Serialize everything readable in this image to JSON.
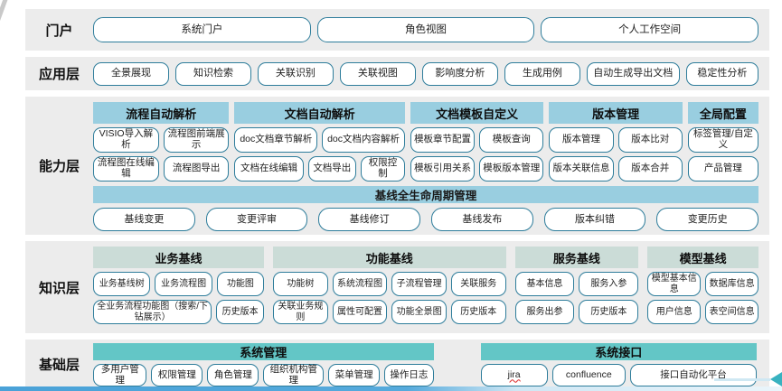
{
  "colors": {
    "row_background": "#ececec",
    "button_border": "#2e7d9b",
    "capability_header": "#99cee0",
    "knowledge_header": "#cbdcd7",
    "foundation_header": "#63c6c6",
    "bottom_bar_blue": "#4aa2d8",
    "arrow_teal": "#38b2c0",
    "misspell_underline": "#e03b3b"
  },
  "layers": [
    {
      "label": "门户",
      "buttons": [
        "系统门户",
        "角色视图",
        "个人工作空间"
      ]
    },
    {
      "label": "应用层",
      "buttons": [
        "全景展现",
        "知识检索",
        "关联识别",
        "关联视图",
        "影响度分析",
        "生成用例",
        "自动生成导出文档",
        "稳定性分析"
      ]
    },
    {
      "label": "能力层",
      "groups": [
        {
          "header": "流程自动解析",
          "rows": [
            [
              "VISIO导入解析",
              "流程图前端展示"
            ],
            [
              "流程图在线编辑",
              "流程图导出"
            ]
          ]
        },
        {
          "header": "文档自动解析",
          "rows": [
            [
              "doc文档章节解析",
              "doc文档内容解析"
            ],
            [
              "文档在线编辑",
              "文档导出",
              "权限控制"
            ]
          ]
        },
        {
          "header": "文档模板自定义",
          "rows": [
            [
              "模板章节配置",
              "模板查询"
            ],
            [
              "模板引用关系",
              "模板版本管理"
            ]
          ]
        },
        {
          "header": "版本管理",
          "rows": [
            [
              "版本管理",
              "版本比对"
            ],
            [
              "版本关联信息",
              "版本合并"
            ]
          ]
        },
        {
          "header": "全局配置",
          "rows": [
            [
              "标签管理/自定义"
            ],
            [
              "产品管理"
            ]
          ]
        }
      ],
      "baseline": {
        "header": "基线全生命周期管理",
        "buttons": [
          "基线变更",
          "变更评审",
          "基线修订",
          "基线发布",
          "版本纠错",
          "变更历史"
        ]
      }
    },
    {
      "label": "知识层",
      "groups": [
        {
          "header": "业务基线",
          "rows": [
            [
              "业务基线树",
              "业务流程图",
              "功能图"
            ],
            [
              "全业务流程功能图（搜索/下钻展示）",
              "历史版本"
            ]
          ]
        },
        {
          "header": "功能基线",
          "rows": [
            [
              "功能树",
              "系统流程图",
              "子流程管理",
              "关联服务"
            ],
            [
              "关联业务规则",
              "属性可配置",
              "功能全景图",
              "历史版本"
            ]
          ]
        },
        {
          "header": "服务基线",
          "rows": [
            [
              "基本信息",
              "服务入参"
            ],
            [
              "服务出参",
              "历史版本"
            ]
          ]
        },
        {
          "header": "模型基线",
          "rows": [
            [
              "模型基本信息",
              "数据库信息"
            ],
            [
              "用户信息",
              "表空间信息"
            ]
          ]
        }
      ]
    },
    {
      "label": "基础层",
      "groups": [
        {
          "header": "系统管理",
          "buttons": [
            "多用户管理",
            "权限管理",
            "角色管理",
            "组织机构管理",
            "菜单管理",
            "操作日志"
          ]
        },
        {
          "header": "系统接口",
          "buttons": [
            "jira",
            "confluence",
            "接口自动化平台"
          ]
        }
      ]
    }
  ]
}
